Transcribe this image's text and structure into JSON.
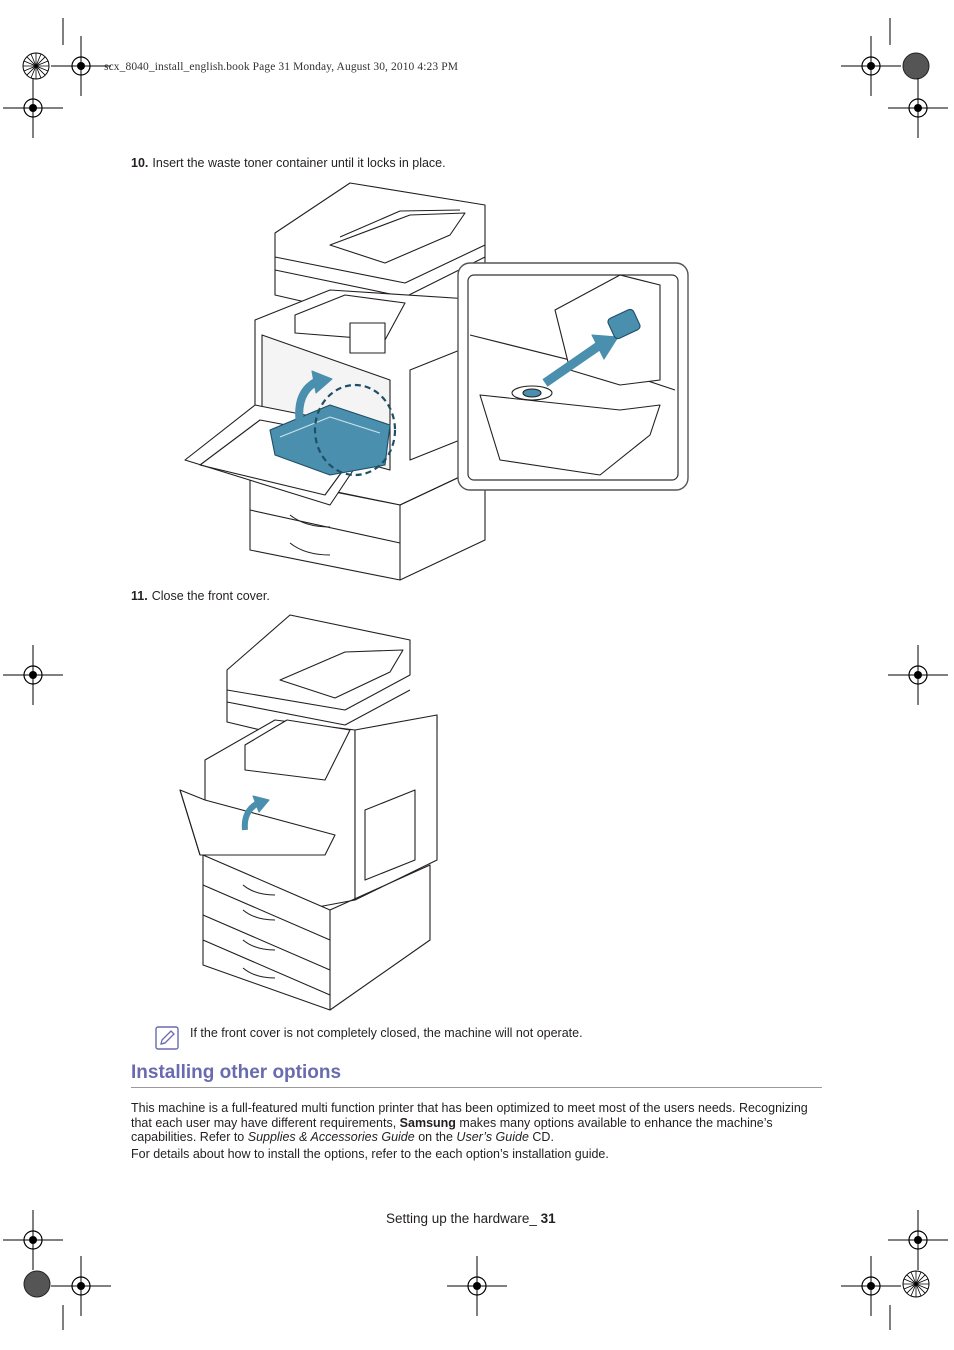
{
  "header": {
    "book_info": "scx_8040_install_english.book  Page 31  Monday, August 30, 2010  4:23 PM"
  },
  "steps": [
    {
      "number": "10.",
      "text": "Insert the waste toner container until it locks in place."
    },
    {
      "number": "11.",
      "text": "Close the front cover."
    }
  ],
  "note": {
    "icon": "pencil-note-icon",
    "text": "If the front cover is not completely closed, the machine will not operate."
  },
  "section": {
    "title": "Installing other options",
    "para1": {
      "part1": "This machine is a full-featured multi function printer that has been optimized to meet most of the users needs. Recognizing that each user may have different requirements, ",
      "brand": "Samsung",
      "part2": " makes many options available to enhance the machine’s capabilities. Refer to ",
      "guide1": "Supplies & Accessories Guide",
      "part3": " on the ",
      "guide2": "User’s Guide",
      "part4": " CD."
    },
    "para2": "For details about how to install the options, refer to the each option’s installation guide."
  },
  "footer": {
    "label": "Setting up the hardware_ ",
    "page": "31"
  },
  "colors": {
    "accent_title": "#6a6ab0",
    "highlight_blue": "#4a8fae",
    "line_art": "#231f20"
  }
}
